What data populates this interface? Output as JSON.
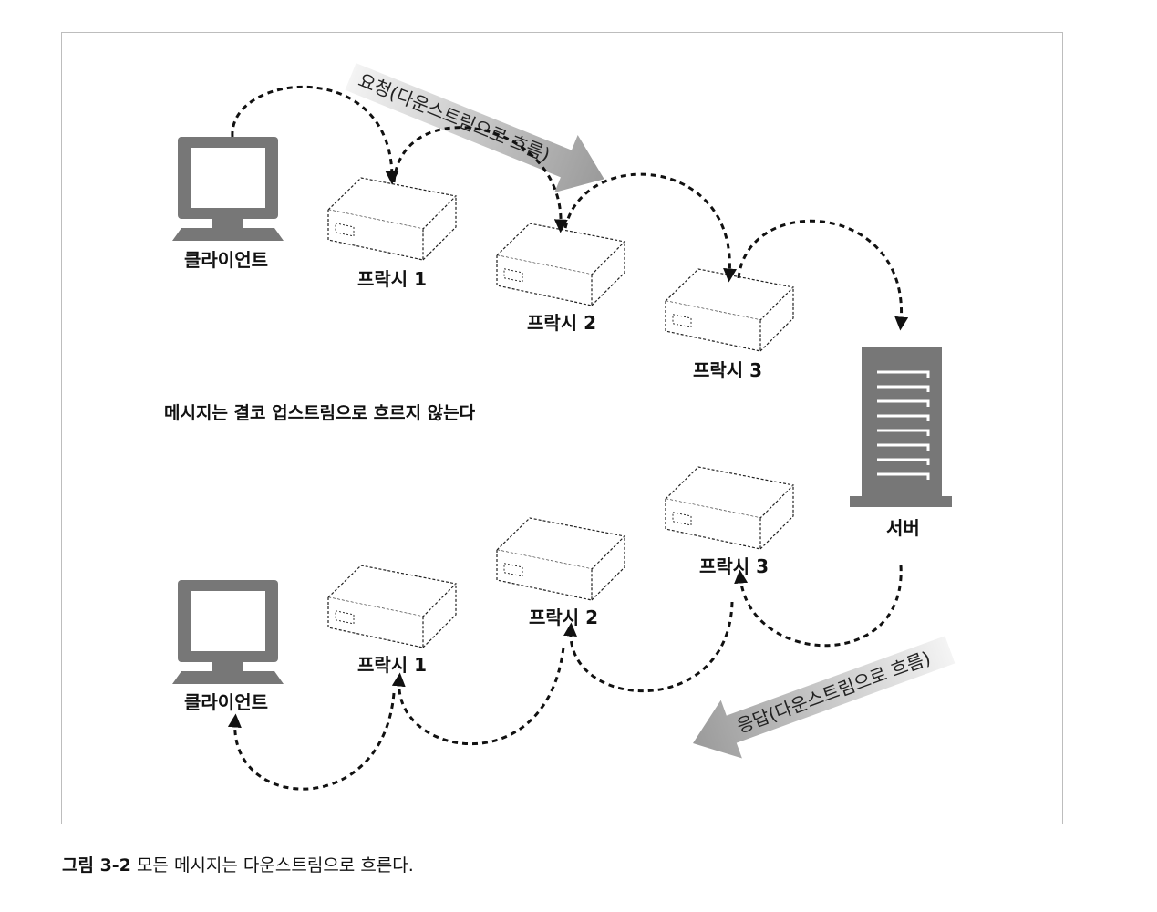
{
  "labels": {
    "client": "클라이언트",
    "proxy1": "프락시 1",
    "proxy2": "프락시 2",
    "proxy3": "프락시 3",
    "server": "서버"
  },
  "request_flow": "요청(다운스트림으로 흐름)",
  "response_flow": "응답(다운스트림으로 흐름)",
  "note": "메시지는 결코 업스트림으로 흐르지 않는다",
  "caption": {
    "number": "그림 3-2",
    "text": "모든 메시지는 다운스트림으로 흐른다."
  },
  "colors": {
    "device_gray": "#777777",
    "arrow_gray_dark": "#9a9a9a",
    "arrow_gray_light": "#f2f2f2",
    "frame_border": "#bdbdbd"
  }
}
